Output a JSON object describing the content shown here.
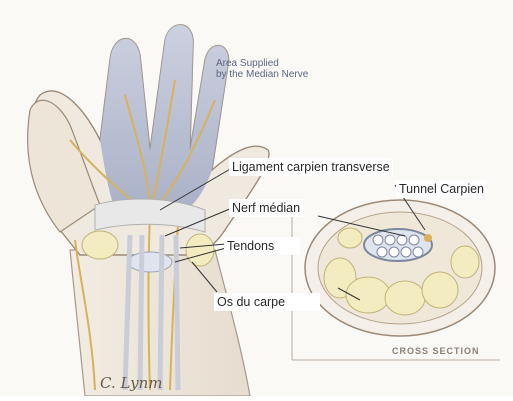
{
  "illustration": {
    "area_supplied": [
      "Area Supplied",
      "by the Median Nerve"
    ],
    "cross_section": "CROSS SECTION",
    "signature": "C. Lynm"
  },
  "labels": {
    "ligament": "Ligament carpien transverse",
    "tunnel": "Tunnel Carpien",
    "nerf": "Nerf médian",
    "tendons": "Tendons",
    "os": "Os du carpe"
  },
  "colors": {
    "background": "#ffffff",
    "skin_outline": "#9c8a78",
    "palm_shade": "#a9b2cc",
    "nerve": "#d9b15a",
    "bone": "#f3ecc0",
    "ligament": "#e8e8e8",
    "leader_line": "#333333"
  }
}
